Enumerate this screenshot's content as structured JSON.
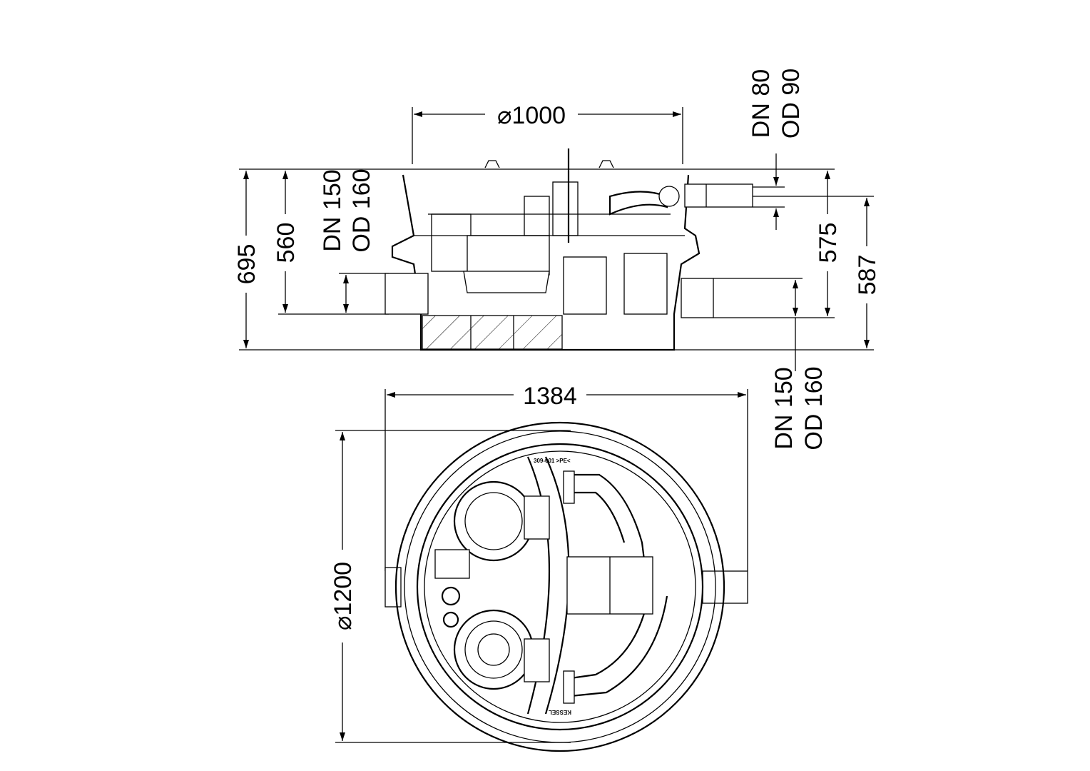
{
  "side_view": {
    "diameter_top": "⌀1000",
    "height_total": "695",
    "height_inlet": "560",
    "inlet_left": [
      "DN 150",
      "OD 160"
    ],
    "outlet_pressure": [
      "DN 80",
      "OD 90"
    ],
    "height_outlet": "575",
    "height_right": "587"
  },
  "top_view": {
    "width_total": "1384",
    "diameter": "⌀1200",
    "inlet_right": [
      "DN 150",
      "OD 160"
    ],
    "part_label": "309-001 >PE<",
    "brand_label": "KESSEL"
  }
}
